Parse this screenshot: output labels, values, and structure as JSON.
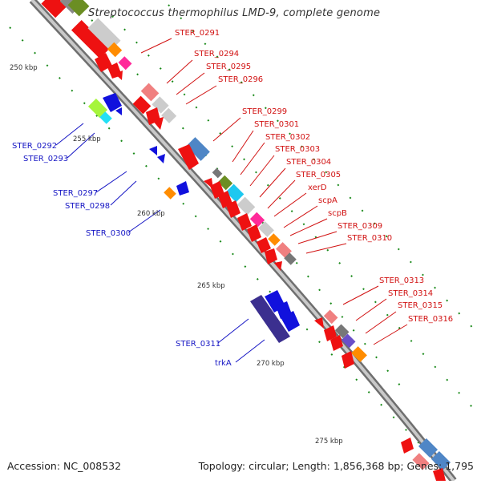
{
  "title": "Streptococcus thermophilus LMD-9, complete genome",
  "footer": {
    "accession": "Accession: NC_008532",
    "topology": "Topology: circular; Length: 1,856,368 bp; Genes: 1,795"
  },
  "kbp_labels": [
    "250 kbp",
    "255 kbp",
    "260 kbp",
    "265 kbp",
    "270 kbp",
    "275 kbp"
  ],
  "forward_labels": [
    "STER_0291",
    "STER_0294",
    "STER_0295",
    "STER_0296",
    "STER_0299",
    "STER_0301",
    "STER_0302",
    "STER_0303",
    "STER_0304",
    "STER_0305",
    "xerD",
    "scpA",
    "scpB",
    "STER_0309",
    "STER_0310",
    "STER_0313",
    "STER_0314",
    "STER_0315",
    "STER_0316"
  ],
  "reverse_labels": [
    "STER_0292",
    "STER_0293",
    "STER_0297",
    "STER_0298",
    "STER_0300",
    "STER_0311",
    "trkA"
  ],
  "colors": {
    "forward_label": "#d11212",
    "reverse_label": "#1515c4",
    "cds_forward": "#ee1111",
    "cds_reverse": "#1111dd",
    "backbone": "#8a8a8a",
    "tick": "#1a8a1a"
  }
}
